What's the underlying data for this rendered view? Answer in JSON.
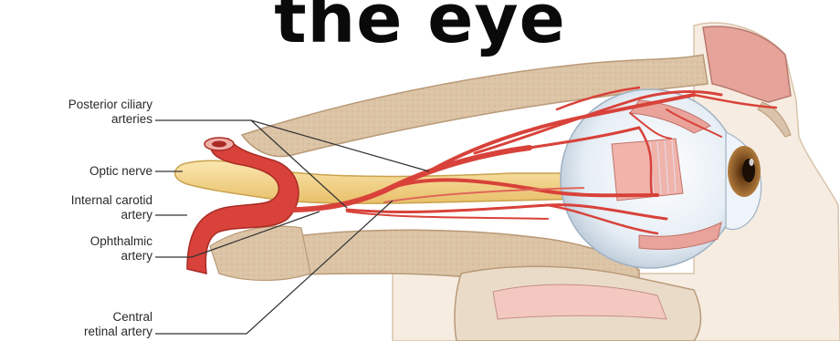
{
  "title": "the eye",
  "labels": {
    "posterior_ciliary_line1": "Posterior ciliary",
    "posterior_ciliary_line2": "arteries",
    "optic_nerve": "Optic nerve",
    "internal_carotid_line1": "Internal carotid",
    "internal_carotid_line2": "artery",
    "ophthalmic_line1": "Ophthalmic",
    "ophthalmic_line2": "artery",
    "central_retinal_line1": "Central",
    "central_retinal_line2": "retinal artery"
  },
  "colors": {
    "artery": "#d8423a",
    "artery_dark": "#a92b25",
    "nerve": "#f2d58e",
    "bone": "#dcc4a6",
    "skin": "#f6ece1",
    "muscle": "#e9a39a",
    "eyeball": "#e9f0f6",
    "iris": "#7a4a1c"
  }
}
